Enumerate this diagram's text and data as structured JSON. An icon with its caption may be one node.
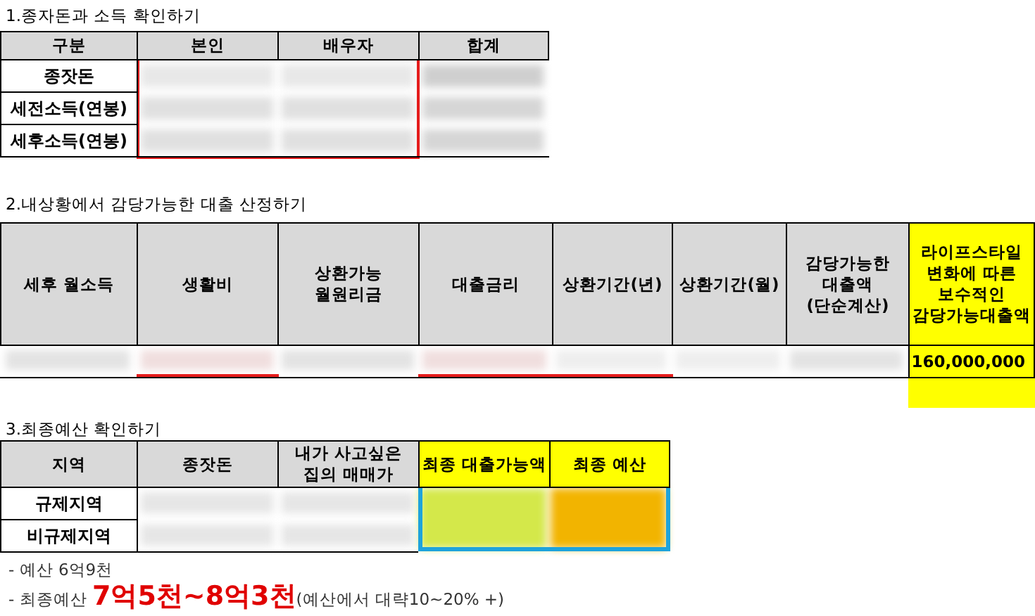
{
  "diagram": {
    "labels": [
      "1.종자돈과 소득 확인하기",
      "구분",
      "본인",
      "배우자",
      "합계",
      "종잣돈",
      "세전소득(연봉)",
      "세후소득(연봉)",
      "2.내상황에서 감당가능한 대출 산정하기",
      "세후 월소득",
      "생활비",
      "상환가능 월원리금",
      "대출금리",
      "상환기간(년)",
      "상환기간(월)",
      "감당가능한 대출액 (단순계산)",
      "라이프스타일 변화에 따른 보수적인 감당가능대출액",
      "160,000,000",
      "3.최종예산 확인하기",
      "지역",
      "종잣돈",
      "내가 사고싶은 집의 매매가",
      "최종 대출가능액",
      "최종 예산",
      "규제지역",
      "비규제지역",
      "- 예산 6억9천",
      "- 최종예산 **7억5천~8억3천**(예산에서 대략10~20% +)"
    ]
  }
}
